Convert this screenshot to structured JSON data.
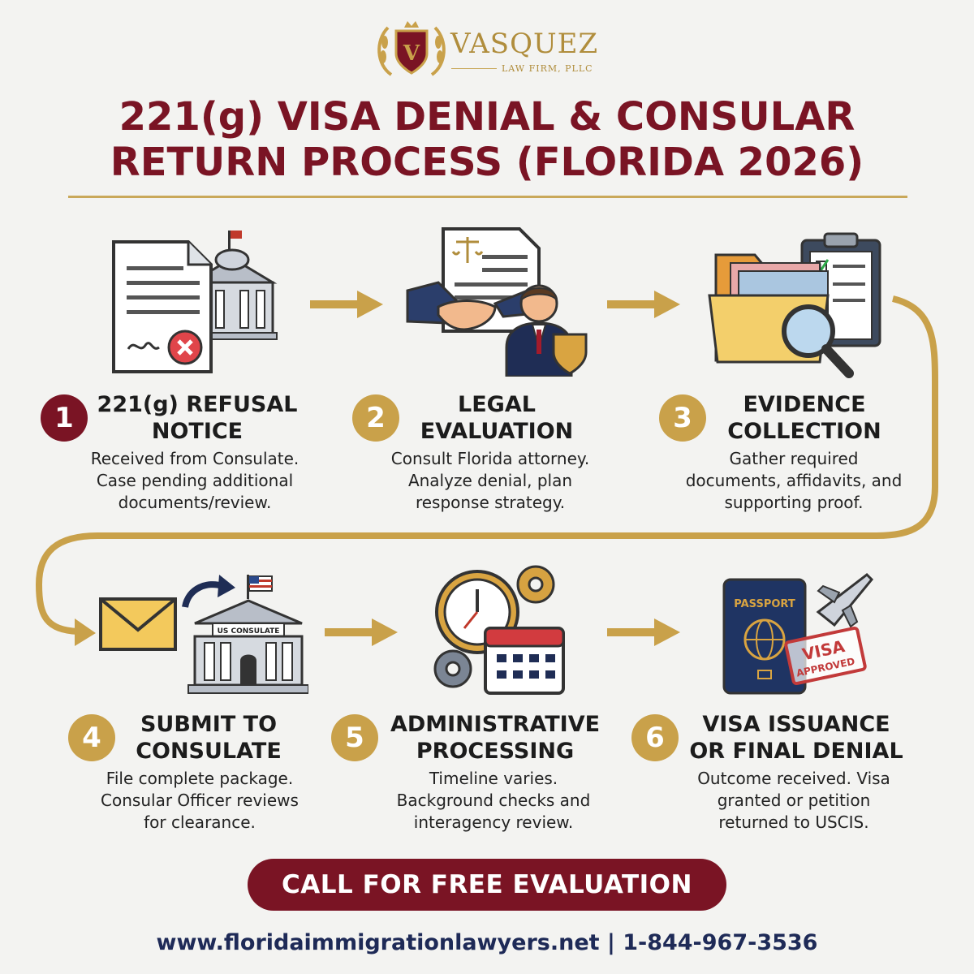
{
  "brand": {
    "name": "VASQUEZ",
    "sub": "LAW FIRM, PLLC",
    "logo_letter": "V"
  },
  "title": {
    "line1": "221(g) VISA DENIAL & CONSULAR",
    "line2": "RETURN PROCESS (FLORIDA 2026)"
  },
  "steps": [
    {
      "number": "1",
      "title_1": "221(g) REFUSAL",
      "title_2": "NOTICE",
      "desc": [
        "Received from Consulate.",
        "Case pending additional",
        "documents/review."
      ]
    },
    {
      "number": "2",
      "title_1": "LEGAL",
      "title_2": "EVALUATION",
      "desc": [
        "Consult Florida attorney.",
        "Analyze denial, plan",
        "response strategy."
      ]
    },
    {
      "number": "3",
      "title_1": "EVIDENCE",
      "title_2": "COLLECTION",
      "desc": [
        "Gather required",
        "documents, affidavits, and",
        "supporting proof."
      ]
    },
    {
      "number": "4",
      "title_1": "SUBMIT TO",
      "title_2": "CONSULATE",
      "desc": [
        "File complete package.",
        "Consular Officer reviews",
        "for clearance."
      ]
    },
    {
      "number": "5",
      "title_1": "ADMINISTRATIVE",
      "title_2": "PROCESSING",
      "desc": [
        "Timeline varies.",
        "Background checks and",
        "interagency review."
      ]
    },
    {
      "number": "6",
      "title_1": "VISA ISSUANCE",
      "title_2": "OR FINAL DENIAL",
      "desc": [
        "Outcome received. Visa",
        "granted or petition",
        "returned to USCIS."
      ]
    }
  ],
  "illustrations": {
    "consulate_sign": "US CONSULATE",
    "passport_label": "PASSPORT",
    "stamp_1": "VISA",
    "stamp_2": "APPROVED"
  },
  "cta": {
    "label": "CALL FOR FREE EVALUATION"
  },
  "footer": {
    "text": "www.floridaimmigrationlawyers.net | 1-844-967-3536"
  },
  "colors": {
    "maroon": "#7a1424",
    "gold": "#c9a14a",
    "navy": "#1e2a57",
    "background": "#f3f3f1"
  }
}
